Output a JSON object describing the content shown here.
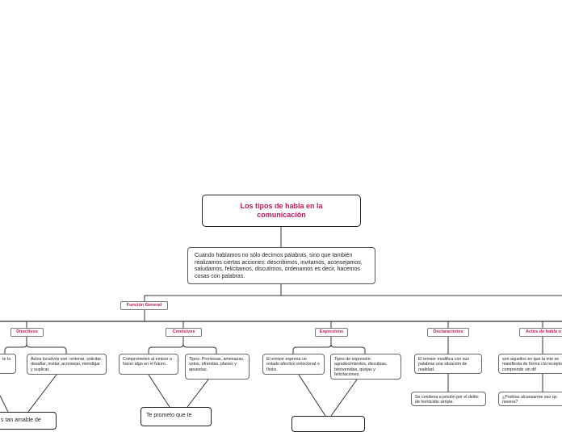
{
  "root": {
    "title": "Los tipos de habla en la comunicación"
  },
  "description": "Cuando hablamos no sólo decimos palabras, sino que también realizamos ciertas acciones: describimos, invitamos, aconsejamos, saludamos, felicitamos, discutimos, ordenamos es decir, hacemos cosas con palabras.",
  "funcion_general": "Función General",
  "categories": {
    "directivos": {
      "label": "Directivos",
      "left_fragment": "te la",
      "actos": "Actos locutivos son: ordenar, solicitar, desafiar, invitar, aconsejar, mendigar y suplicar.",
      "example": "s tan amable de"
    },
    "comisivos": {
      "label": "Comisivos",
      "definicion": "Comprometen al emisor a hacer algo en el futuro.",
      "tipos": "Tipos: Promesas, amenazas, votos, ofrendas, planes y apuestas.",
      "example": "Te prometo que te"
    },
    "expresivos": {
      "label": "Expresivos",
      "definicion": "El emisor expresa un estado afectivo emocional o físico.",
      "tipos": "Tipos de expresión: agradecimientos, disculpas, bienvenidas, quejas y felicitaciones."
    },
    "declaraciones": {
      "label": "Declaraciones",
      "definicion": "El emisor modifica con sus palabras una situación de realidad.",
      "example": "Se condena a prisión por el delito de homicidio simple."
    },
    "actos_indirectos": {
      "label": "Actos de habla o",
      "definicion": "son aquellos en que la inte se manifiesta de forma cla receptor comprende sin dif",
      "example": "¿Podrías alcanzarme eso qu nevera?"
    }
  }
}
